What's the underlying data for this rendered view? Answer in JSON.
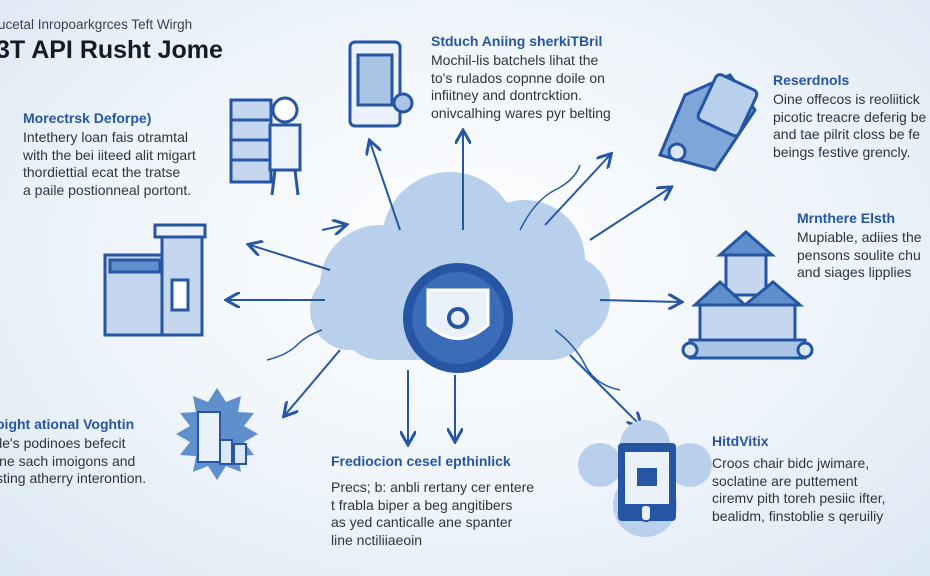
{
  "header": {
    "subtitle": "ucetal Inropoarkgrces Teft Wirgh",
    "title": "3T API Rusht Jome"
  },
  "blocks": [
    {
      "heading": "Morectrsk Deforpe)",
      "body": "Intethery loan fais otramtal\nwith the bei iiteed alit migart\nthordiettial ecat the tratse\na paile postionneal portont."
    },
    {
      "heading": "Stduch Aniing sherkiTBril",
      "body": "Mochil-lis batchels lihat the\nto's rulados copnne doile on\ninfiitney and dontrcktion.\nonivcalhing wares pyr belting"
    },
    {
      "heading": "Reserdnols",
      "body": "Oine offecos is reoliitick\npicotic treacre deferig be\nand tae pilrit closs be fe\nbeings festive grencly."
    },
    {
      "heading": "Mrnthere Elsth",
      "body": "Mupiable, adiies the\npensons soulite chu\nand siages lipplies"
    },
    {
      "heading": "oight ational Voghtin",
      "body": "ile's podinoes befecit\nine sach imoigons and\nsting atherry interontion."
    },
    {
      "heading": "Frediocion cesel epthinlick",
      "body": "Precs; b: anbli rertany cer entere\nt frabla biper a beg angitibers\nas yed canticalle ane spanter\nline nctiliiaeoin"
    },
    {
      "heading": "HitdVitix",
      "body": "Croos chair bidc jwimare,\nsoclatine are puttement\nciremv pith toreh pesiic ifter,\nbealidm, finstoblie s qeruiliy"
    }
  ],
  "colors": {
    "accent": "#2656a3",
    "light": "#a9c4e4",
    "mid": "#5f8fcc"
  }
}
